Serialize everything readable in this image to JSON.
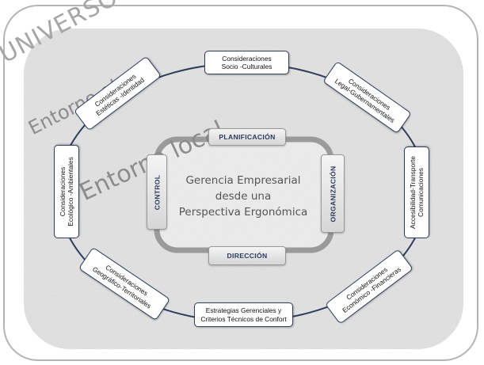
{
  "labels": {
    "universe": "UNIVERSO",
    "global": "Entorno global",
    "local": "Entorno local"
  },
  "center": {
    "line1": "Gerencia Empresarial",
    "line2": "desde una",
    "line3": "Perspectiva Ergonómica"
  },
  "process": {
    "top": "PLANIFICACIÓN",
    "right": "ORGANIZACIÓN",
    "bottom": "DIRECCIÓN",
    "left": "CONTROL"
  },
  "ring": [
    {
      "id": "socio",
      "lines": [
        "Consideraciones",
        "Socio -Culturales"
      ]
    },
    {
      "id": "legal",
      "lines": [
        "Consideraciones",
        "Legal-Gubernamentales"
      ]
    },
    {
      "id": "access",
      "lines": [
        "Accesibilidad-Transporte",
        "Comunicaciones"
      ]
    },
    {
      "id": "econ",
      "lines": [
        "Consideraciones",
        "Económico -Financieras"
      ]
    },
    {
      "id": "strategy",
      "lines": [
        "Estrategias Gerenciales y",
        "Criterios Técnicos de Confort"
      ]
    },
    {
      "id": "geo",
      "lines": [
        "Consideraciones",
        "Geográfico-Territoriales"
      ]
    },
    {
      "id": "eco",
      "lines": [
        "Consideraciones",
        "Ecológico -Ambientales"
      ]
    },
    {
      "id": "aesthetic",
      "lines": [
        "Consideraciones",
        "Estéticas -Identidad"
      ]
    }
  ],
  "colors": {
    "frame": "#b4b4b4",
    "texture": "#e6e6e6",
    "box_border": "#2f3d5c",
    "process_text": "#2c3a5c",
    "label_gray": "#8c8c8c"
  }
}
